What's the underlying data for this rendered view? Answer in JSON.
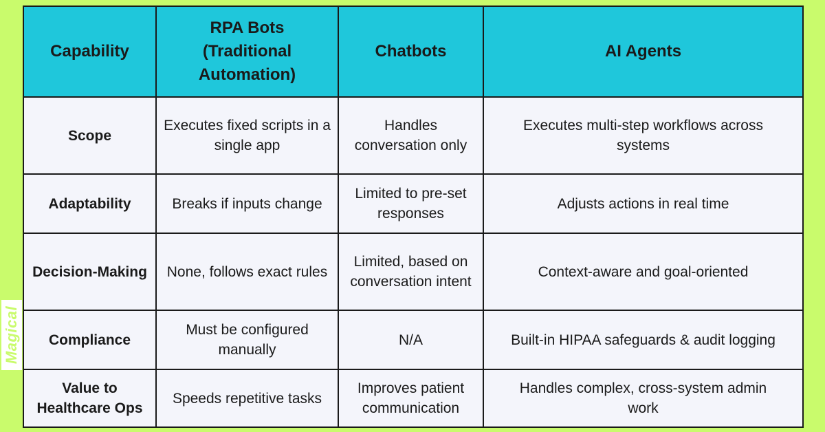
{
  "watermark": {
    "text": "Magical"
  },
  "table": {
    "headers": [
      "Capability",
      "RPA Bots (Traditional Automation)",
      "Chatbots",
      "AI Agents"
    ],
    "rows": [
      {
        "capability": "Scope",
        "rpa": "Executes fixed scripts in a single app",
        "chatbots": "Handles conversation only",
        "ai_agents": "Executes multi-step workflows across systems"
      },
      {
        "capability": "Adaptability",
        "rpa": "Breaks if inputs change",
        "chatbots": "Limited to pre-set responses",
        "ai_agents": "Adjusts actions in real time"
      },
      {
        "capability": "Decision-Making",
        "rpa": "None, follows exact rules",
        "chatbots": "Limited, based on conversation intent",
        "ai_agents": "Context-aware and goal-oriented"
      },
      {
        "capability": "Compliance",
        "rpa": "Must be configured manually",
        "chatbots": "N/A",
        "ai_agents": "Built-in HIPAA safeguards & audit logging"
      },
      {
        "capability": "Value to Healthcare Ops",
        "rpa": "Speeds repetitive tasks",
        "chatbots": "Improves patient communication",
        "ai_agents": "Handles complex, cross-system admin work"
      }
    ]
  },
  "colors": {
    "background": "#c9fb6c",
    "header": "#1fc7db",
    "cell": "#f4f5fb",
    "border": "#1a1a1a"
  }
}
